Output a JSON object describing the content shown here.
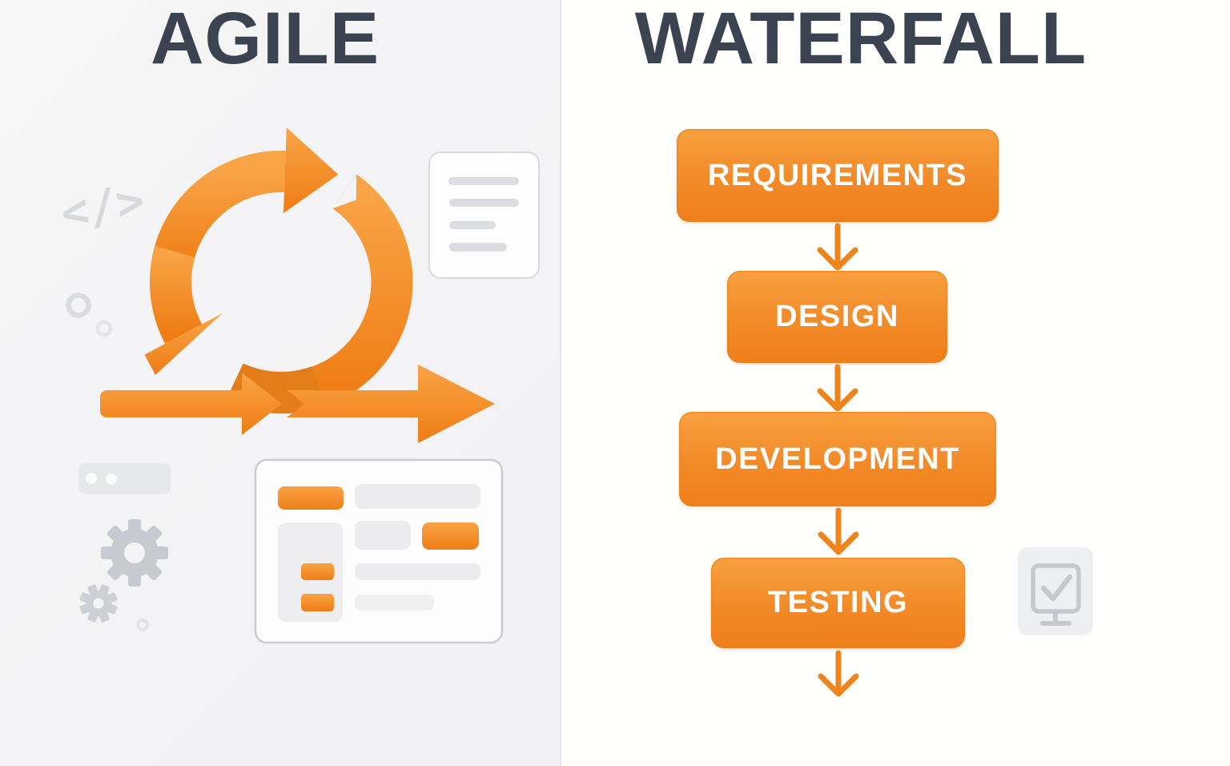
{
  "agile": {
    "title": "AGILE",
    "code_glyph": "</>",
    "icons": {
      "code_brackets": "code-brackets",
      "sprint_cycle": "sprint-cycle-arrows",
      "document": "document-lines",
      "browser_bar": "window-titlebar",
      "gear_large": "gear",
      "gear_small": "gear",
      "rings": "decorative-rings",
      "kanban_board": "task-board"
    }
  },
  "waterfall": {
    "title": "WATERFALL",
    "steps": [
      {
        "label": "REQUIREMENTS"
      },
      {
        "label": "DESIGN"
      },
      {
        "label": "DEVELOPMENT"
      },
      {
        "label": "TESTING"
      }
    ],
    "icons": {
      "flow_arrow": "down-arrow",
      "monitor_check": "monitor-checkmark"
    }
  },
  "colors": {
    "accent_orange": "#F28A28",
    "accent_orange_light": "#F8A040",
    "accent_orange_dark": "#E07D1A",
    "heading_text": "#3A434F",
    "step_text": "#FFFFFF",
    "muted_icon_gray": "#D6D9DC",
    "left_panel_bg": "#F4F4F6",
    "right_panel_bg": "#FFFFFE"
  }
}
